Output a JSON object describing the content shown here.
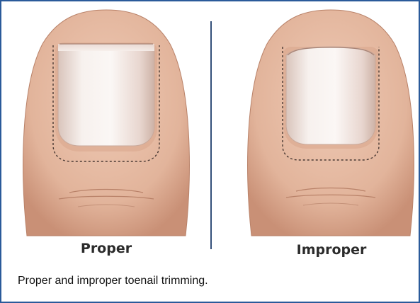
{
  "labels": {
    "left": "Proper",
    "right": "Improper"
  },
  "caption": "Proper and improper toenail trimming.",
  "colors": {
    "border": "#2a5a9a",
    "skin": "#e2b49b",
    "nail": "#f3ebe6",
    "divider": "#34507a"
  },
  "icons": [
    "toe-proper-illustration",
    "toe-improper-illustration"
  ]
}
